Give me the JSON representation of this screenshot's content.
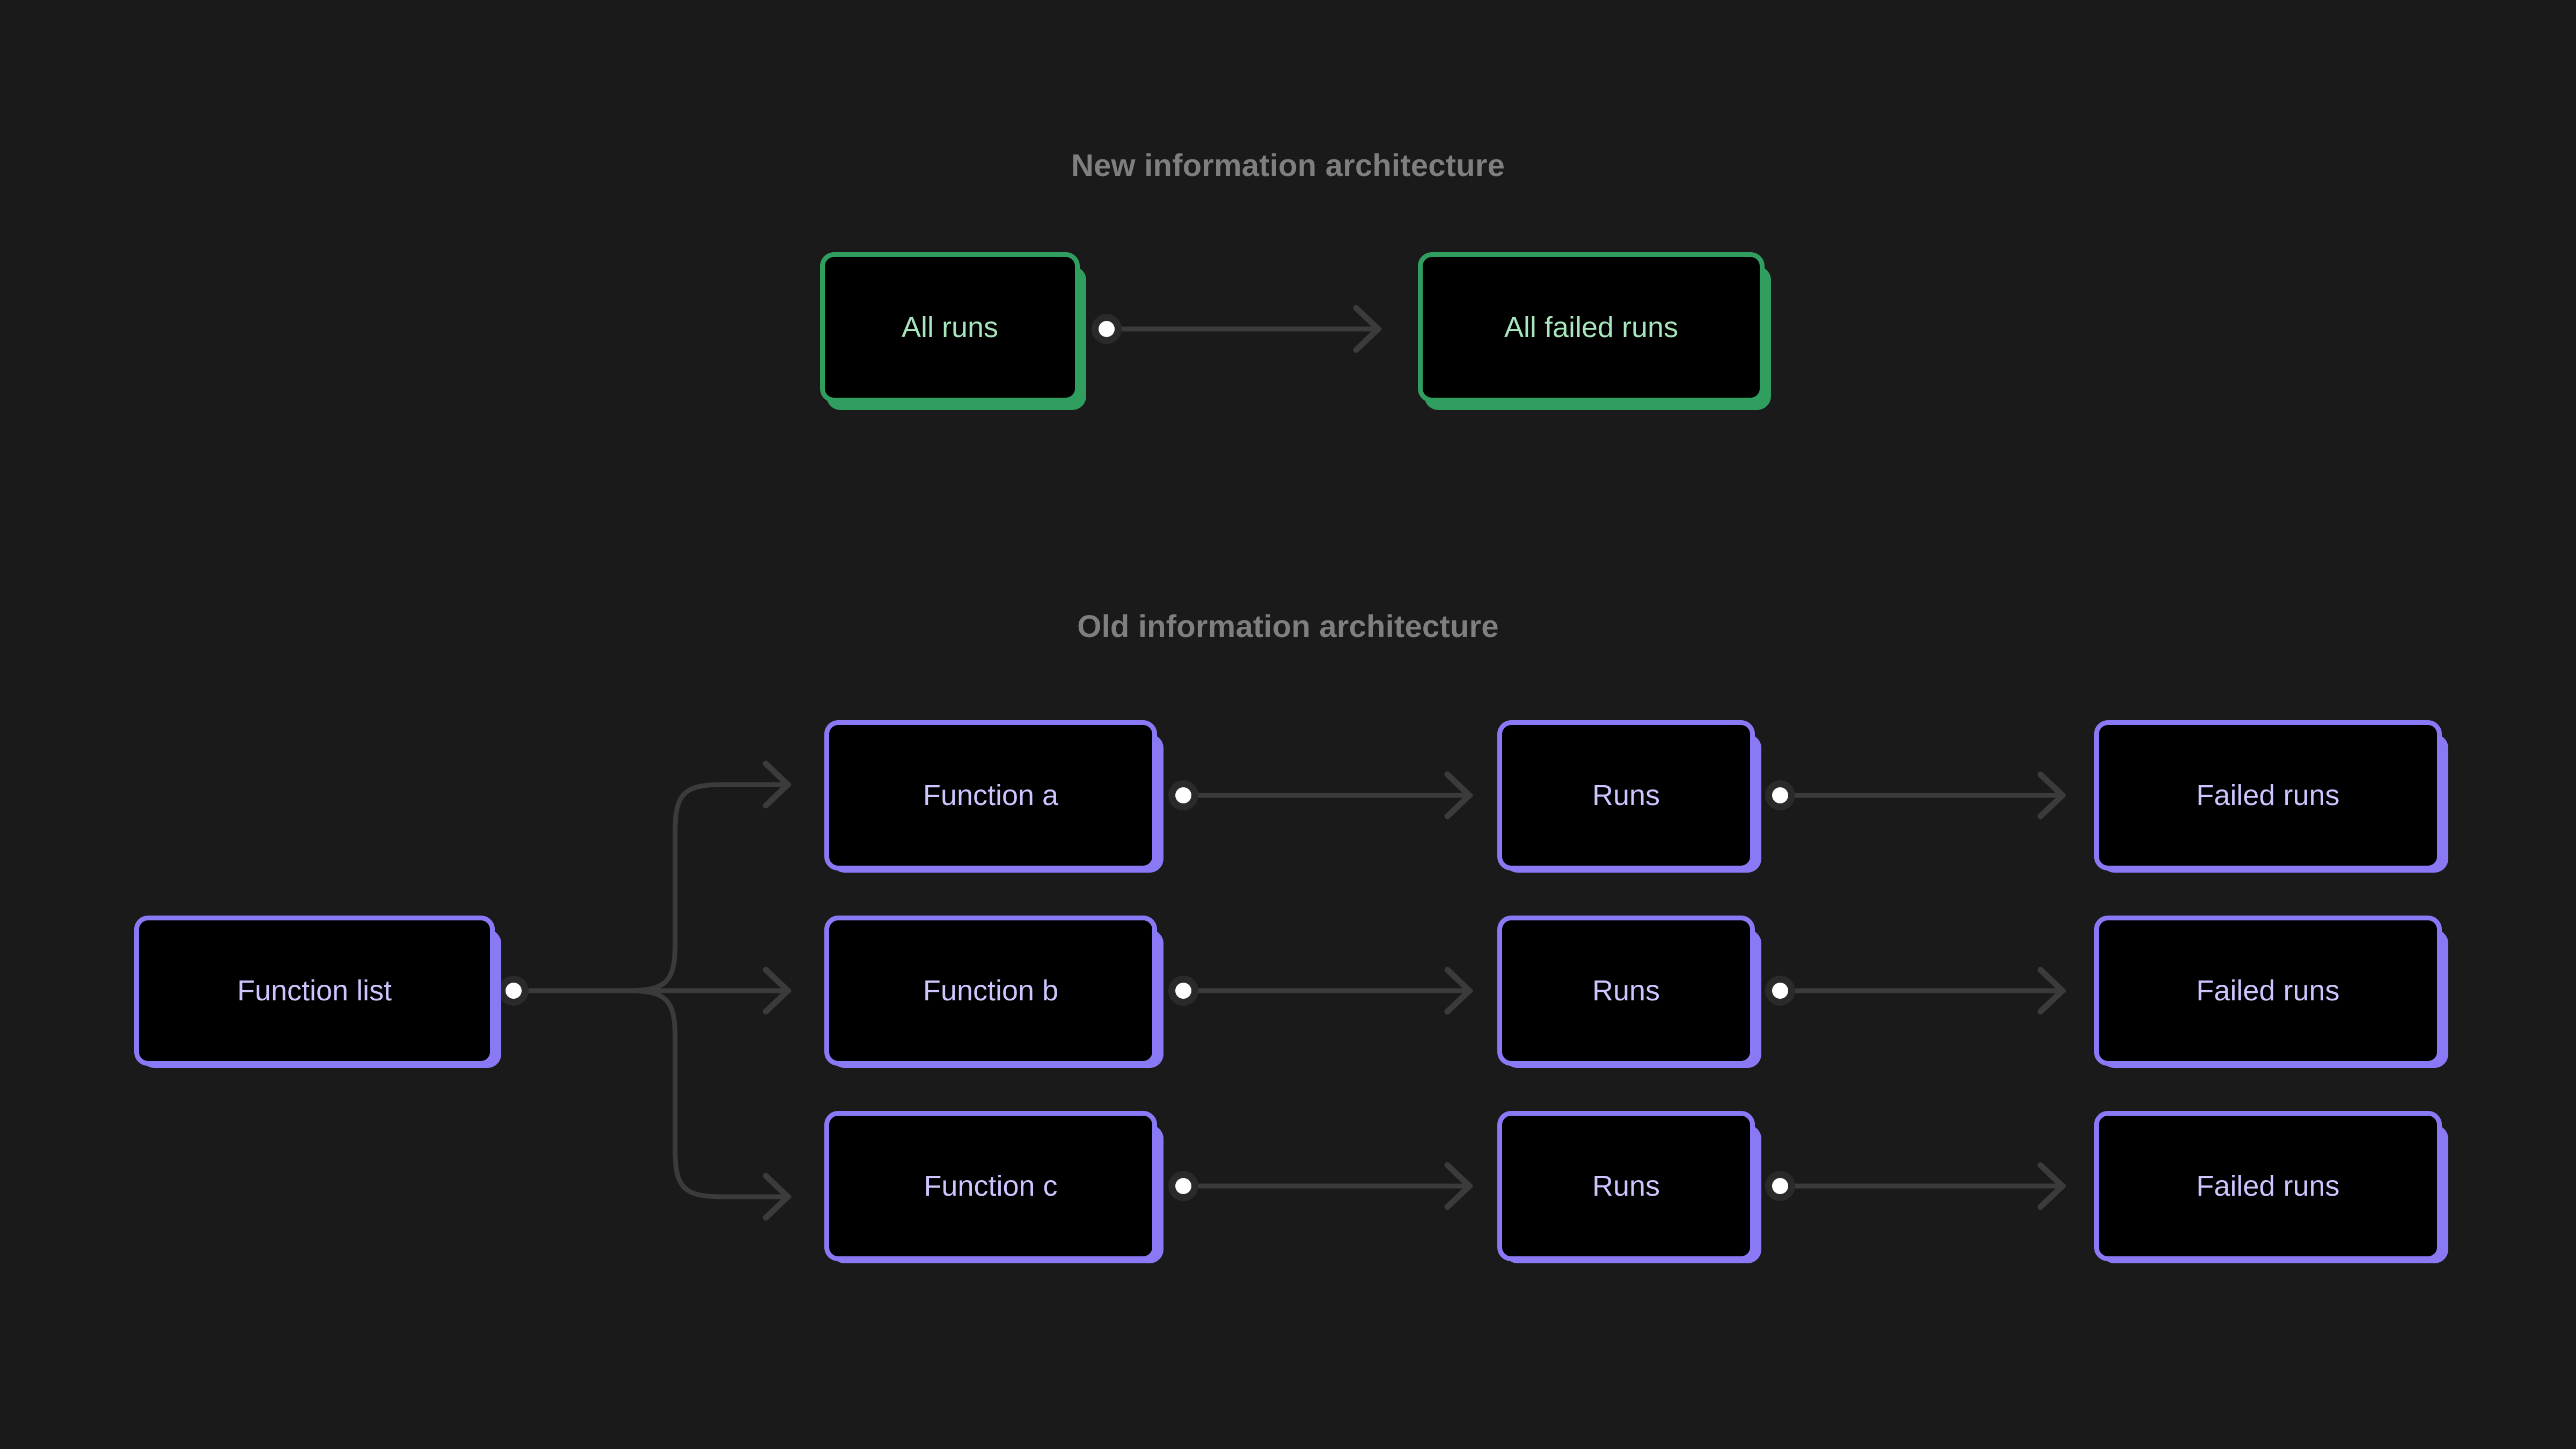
{
  "background_color": "#1a1a1a",
  "palette": {
    "green_accent": "#2f9e5f",
    "green_text": "#a8e6bd",
    "purple_accent": "#8a79f5",
    "purple_text": "#cfc4ff",
    "node_fill": "#000000",
    "connector_line": "#3b3b3b",
    "connector_dot": "#ffffff",
    "title_text": "#807f7f"
  },
  "sections": {
    "new": {
      "title": "New information architecture",
      "nodes": [
        {
          "id": "all-runs",
          "label": "All runs",
          "accent": "green"
        },
        {
          "id": "all-failed-runs",
          "label": "All failed runs",
          "accent": "green"
        }
      ]
    },
    "old": {
      "title": "Old information architecture",
      "nodes": [
        {
          "id": "function-list",
          "label": "Function list",
          "accent": "purple"
        },
        {
          "id": "function-a",
          "label": "Function a",
          "accent": "purple"
        },
        {
          "id": "function-b",
          "label": "Function b",
          "accent": "purple"
        },
        {
          "id": "function-c",
          "label": "Function c",
          "accent": "purple"
        },
        {
          "id": "runs-a",
          "label": "Runs",
          "accent": "purple"
        },
        {
          "id": "runs-b",
          "label": "Runs",
          "accent": "purple"
        },
        {
          "id": "runs-c",
          "label": "Runs",
          "accent": "purple"
        },
        {
          "id": "failed-runs-a",
          "label": "Failed runs",
          "accent": "purple"
        },
        {
          "id": "failed-runs-b",
          "label": "Failed runs",
          "accent": "purple"
        },
        {
          "id": "failed-runs-c",
          "label": "Failed runs",
          "accent": "purple"
        }
      ]
    }
  },
  "chart_data": {
    "type": "diagram",
    "title": "Information architecture comparison",
    "diagram_kind": "flow",
    "layout_hints": {
      "direction": "left-to-right",
      "rows_old": 3,
      "columns_old": 4,
      "columns_new": 2,
      "arrow_style": "open-chevron",
      "edge_origin_marker": "white-dot"
    },
    "groups": [
      {
        "name": "New information architecture",
        "nodes": [
          "All runs",
          "All failed runs"
        ],
        "edges": [
          {
            "from": "All runs",
            "to": "All failed runs"
          }
        ]
      },
      {
        "name": "Old information architecture",
        "nodes": [
          "Function list",
          "Function a",
          "Function b",
          "Function c",
          "Runs",
          "Runs",
          "Runs",
          "Failed runs",
          "Failed runs",
          "Failed runs"
        ],
        "edges": [
          {
            "from": "Function list",
            "to": "Function a"
          },
          {
            "from": "Function list",
            "to": "Function b"
          },
          {
            "from": "Function list",
            "to": "Function c"
          },
          {
            "from": "Function a",
            "to": "Runs"
          },
          {
            "from": "Function b",
            "to": "Runs"
          },
          {
            "from": "Function c",
            "to": "Runs"
          },
          {
            "from": "Runs",
            "to": "Failed runs"
          },
          {
            "from": "Runs",
            "to": "Failed runs"
          },
          {
            "from": "Runs",
            "to": "Failed runs"
          }
        ]
      }
    ]
  }
}
